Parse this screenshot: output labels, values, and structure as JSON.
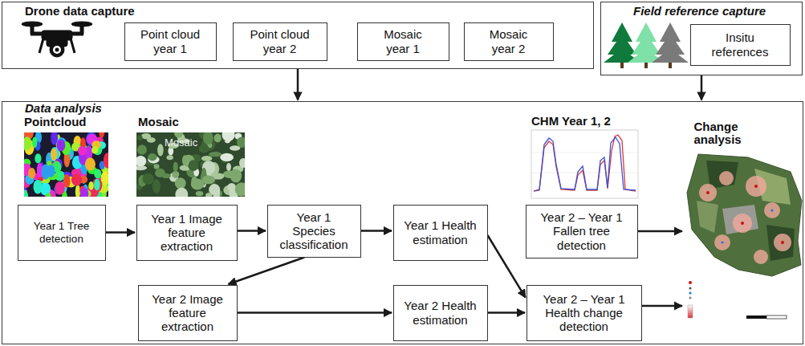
{
  "diagram": {
    "nodes": [
      {
        "text": [
          "Drone data capture"
        ]
      },
      {
        "text": [
          "Point cloud year 1"
        ],
        "in": 0
      },
      {
        "text": [
          "Point cloud year 2"
        ],
        "in": 0
      },
      {
        "text": [
          "Mosaic year 1"
        ],
        "in": 0
      },
      {
        "text": [
          "Mosaic year 2"
        ],
        "in": 0
      },
      {
        "text": [
          "Field reference capture"
        ]
      },
      {
        "text": [
          "Insitu references"
        ],
        "in": 5
      },
      {
        "text": [
          "Data analysis"
        ]
      },
      {
        "text": [
          "Year 1 Tree detection"
        ],
        "in": 7
      },
      {
        "text": [
          "Year 1 Image feature extraction"
        ],
        "in": 7
      },
      {
        "text": [
          "Year 1 Species classification"
        ],
        "in": 7
      },
      {
        "text": [
          "Year 1 Health estimation"
        ],
        "in": 7
      },
      {
        "text": [
          "Year 2 – Year 1 Fallen tree detection"
        ],
        "in": 7
      },
      {
        "text": [
          "Change analysis"
        ],
        "in": 7
      },
      {
        "text": [
          "Year 2 Image feature extraction"
        ],
        "in": 7
      },
      {
        "text": [
          "Year 2 Health estimation"
        ],
        "in": 7
      },
      {
        "text": [
          "Year 2 – Year 1 Health change detection"
        ],
        "in": 7
      }
    ],
    "edges": [
      {
        "from": 0,
        "to": 7,
        "arrow": "to"
      },
      {
        "from": 5,
        "to": 7,
        "arrow": "to"
      },
      {
        "from": 8,
        "to": 9,
        "arrow": "to"
      },
      {
        "from": 9,
        "to": 10,
        "arrow": "to"
      },
      {
        "from": 10,
        "to": 11,
        "arrow": "to"
      },
      {
        "from": 10,
        "to": 14,
        "arrow": "to"
      },
      {
        "from": 11,
        "to": 16,
        "arrow": "to"
      },
      {
        "from": 14,
        "to": 15,
        "arrow": "to"
      },
      {
        "from": 15,
        "to": 16,
        "arrow": "to"
      },
      {
        "from": 12,
        "to": 13,
        "arrow": "to"
      },
      {
        "from": 16,
        "to": 13,
        "arrow": "to"
      }
    ],
    "labels": [
      "Pointcloud",
      "Mosaic",
      "Mosaic",
      "CHM Year 1, 2"
    ]
  }
}
